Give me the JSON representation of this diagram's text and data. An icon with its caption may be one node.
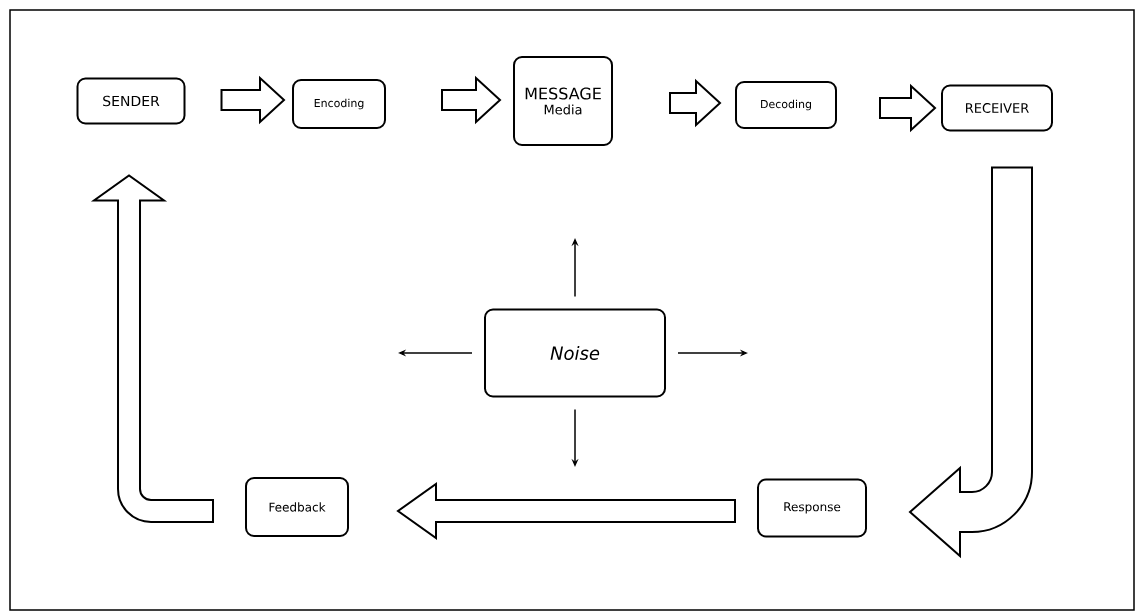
{
  "diagram": {
    "nodes": [
      {
        "text": [
          "SENDER"
        ]
      },
      {
        "text": [
          "Encoding"
        ]
      },
      {
        "text": [
          "MESSAGE",
          "Media"
        ]
      },
      {
        "text": [
          "Decoding"
        ]
      },
      {
        "text": [
          "RECEIVER"
        ]
      },
      {
        "text": [
          "Noise"
        ]
      },
      {
        "text": [
          "Response"
        ]
      },
      {
        "text": [
          "Feedback"
        ]
      }
    ],
    "edges": [
      {
        "from": 0,
        "to": 1,
        "arrow": "to"
      },
      {
        "from": 1,
        "to": 2,
        "arrow": "to"
      },
      {
        "from": 2,
        "to": 3,
        "arrow": "to"
      },
      {
        "from": 3,
        "to": 4,
        "arrow": "to"
      },
      {
        "from": 4,
        "to": 6,
        "arrow": "to"
      },
      {
        "from": 6,
        "to": 7,
        "arrow": "to"
      },
      {
        "from": 7,
        "to": 0,
        "arrow": "to"
      },
      {
        "from": 5,
        "to": null,
        "arrow": "to"
      },
      {
        "from": 5,
        "to": null,
        "arrow": "to"
      },
      {
        "from": 5,
        "to": null,
        "arrow": "to"
      },
      {
        "from": 5,
        "to": null,
        "arrow": "to"
      }
    ]
  }
}
